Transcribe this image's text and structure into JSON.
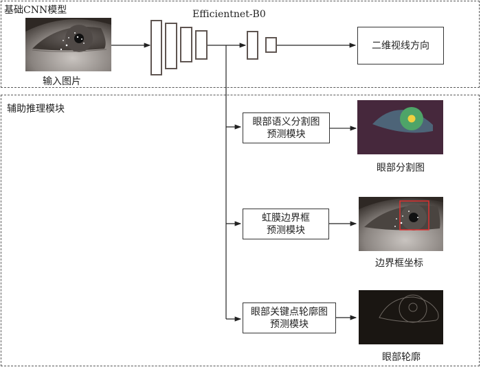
{
  "regions": {
    "base_model": {
      "label": "基础CNN模型"
    },
    "auxiliary": {
      "label": "辅助推理模块"
    }
  },
  "base": {
    "network_name": "Efficientnet-B0",
    "input_caption": "输入图片",
    "output_box": "二维视线方向"
  },
  "modules": [
    {
      "line1": "眼部语义分割图",
      "line2": "预测模块",
      "output_caption": "眼部分割图"
    },
    {
      "line1": "虹膜边界框",
      "line2": "预测模块",
      "output_caption": "边界框坐标"
    },
    {
      "line1": "眼部关键点轮廓图",
      "line2": "预测模块",
      "output_caption": "眼部轮廓"
    }
  ],
  "colors": {
    "segmentation_background": "#46283c",
    "segmentation_sclera": "#4d6478",
    "segmentation_iris": "#4ea468",
    "segmentation_pupil": "#f0d040",
    "bbox_red": "#e03030",
    "contour_background": "#1a1612",
    "layer_border": "#5e5450"
  }
}
